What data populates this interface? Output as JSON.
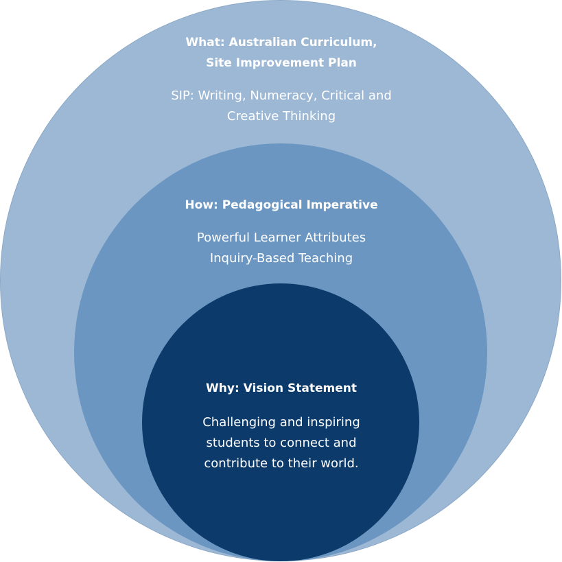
{
  "diagram": {
    "outer": {
      "heading": [
        "What: Australian Curriculum,",
        "Site Improvement Plan"
      ],
      "body": [
        "SIP: Writing, Numeracy, Critical and",
        "Creative Thinking"
      ],
      "color": "#9db8d4"
    },
    "middle": {
      "heading": [
        "How: Pedagogical Imperative"
      ],
      "body": [
        "Powerful Learner Attributes",
        "Inquiry-Based Teaching"
      ],
      "color": "#6a96c1"
    },
    "inner": {
      "heading": [
        "Why: Vision Statement"
      ],
      "body": [
        "Challenging and inspiring",
        "students to connect and",
        "contribute to their world."
      ],
      "color": "#0b3a6b"
    }
  }
}
